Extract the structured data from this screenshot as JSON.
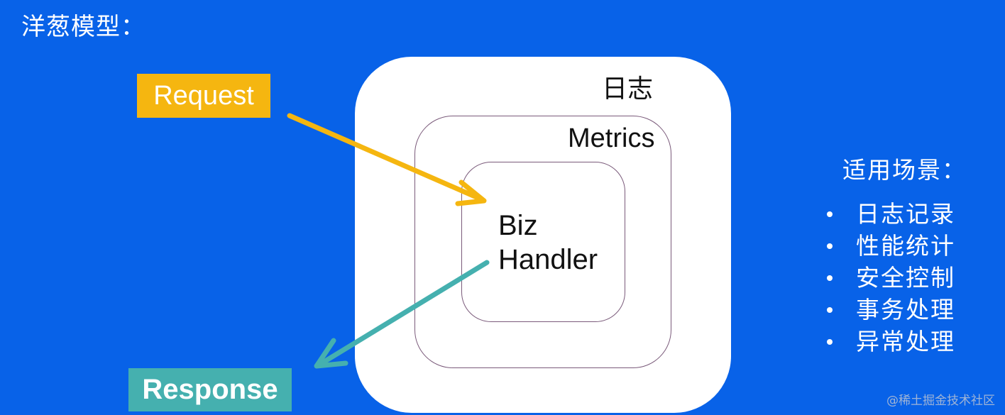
{
  "title": "洋葱模型：",
  "layers": {
    "outer_label": "日志",
    "middle_label": "Metrics",
    "inner_label_line1": "Biz",
    "inner_label_line2": "Handler"
  },
  "request_label": "Request",
  "response_label": "Response",
  "scenarios": {
    "title": "适用场景：",
    "items": [
      "日志记录",
      "性能统计",
      "安全控制",
      "事务处理",
      "异常处理"
    ]
  },
  "watermark": "@稀土掘金技术社区",
  "colors": {
    "background": "#0862E8",
    "request": "#F5B610",
    "response": "#45B0AF",
    "layer_fill": "#ffffff"
  }
}
